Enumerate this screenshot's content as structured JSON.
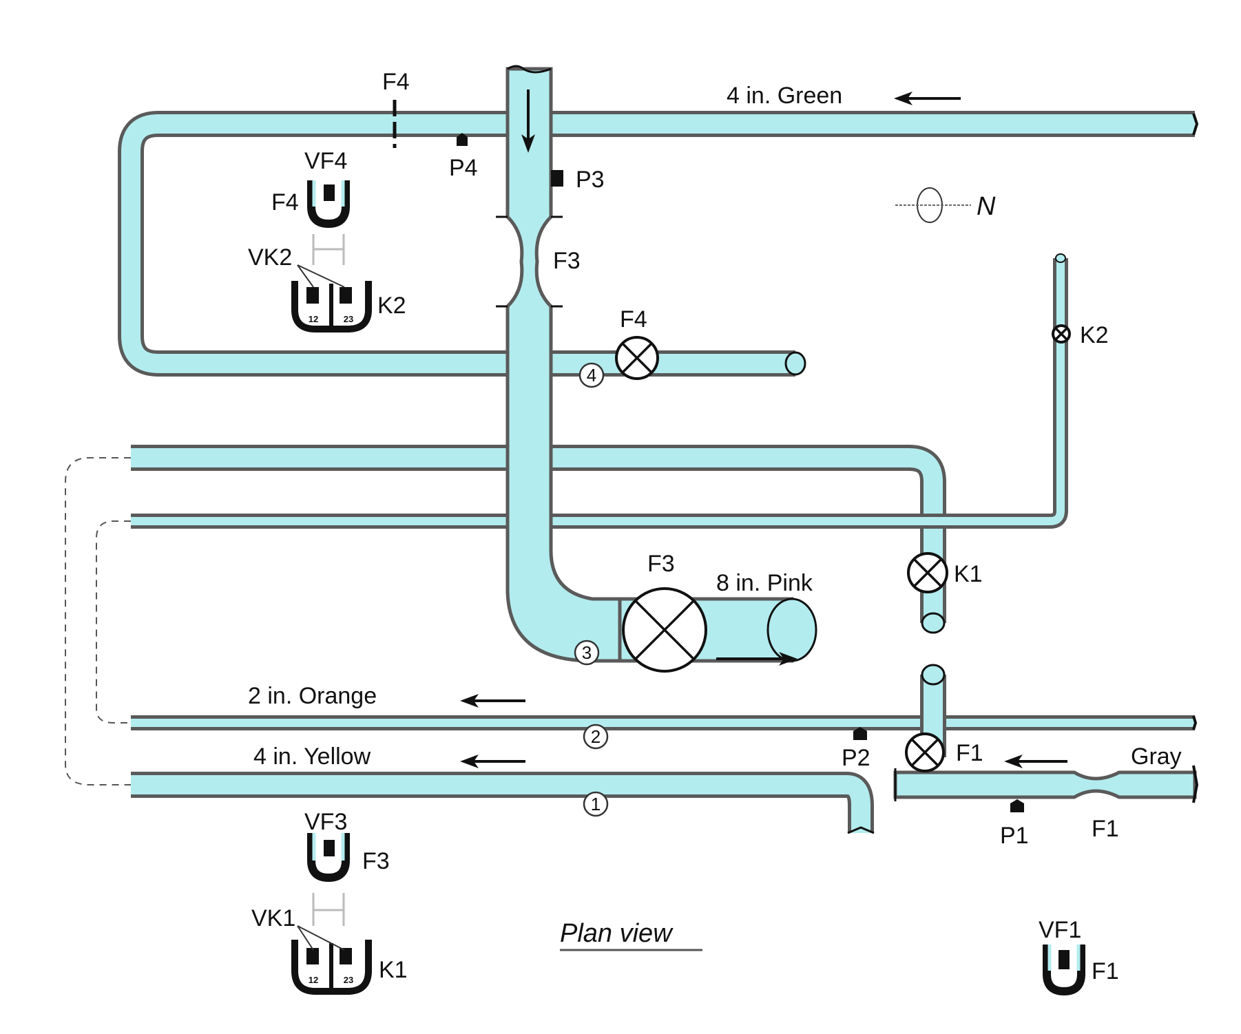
{
  "title": "Plan view",
  "pipes": {
    "green": {
      "label": "4 in. Green",
      "size_in": 4,
      "color_name": "Green",
      "flow": "west"
    },
    "pink": {
      "label": "8 in. Pink",
      "size_in": 8,
      "color_name": "Pink",
      "flow": "east"
    },
    "orange": {
      "label": "2 in. Orange",
      "size_in": 2,
      "color_name": "Orange",
      "flow": "west"
    },
    "yellow": {
      "label": "4 in. Yellow",
      "size_in": 4,
      "color_name": "Yellow",
      "flow": "west"
    },
    "gray": {
      "label": "Gray",
      "color_name": "Gray",
      "flow": "west"
    }
  },
  "labels": {
    "f4_orifice": "F4",
    "f4_valve": "F4",
    "f3_venturi": "F3",
    "f3_valve": "F3",
    "f1_valve": "F1",
    "f1_venturi": "F1",
    "k1_valve": "K1",
    "k2_valve": "K2",
    "p1": "P1",
    "p2": "P2",
    "p3": "P3",
    "p4": "P4",
    "north": "N"
  },
  "markers": [
    "1",
    "2",
    "3",
    "4"
  ],
  "manometers": {
    "vf4": {
      "label": "VF4",
      "side": "F4"
    },
    "vk2": {
      "label": "VK2",
      "side": "K2",
      "cells": [
        "12",
        "23"
      ]
    },
    "vf3": {
      "label": "VF3",
      "side": "F3"
    },
    "vk1": {
      "label": "VK1",
      "side": "K1",
      "cells": [
        "12",
        "23"
      ]
    },
    "vf1": {
      "label": "VF1",
      "side": "F1"
    }
  },
  "colors": {
    "pipe_fill": "#b3ecee",
    "pipe_outline": "#5a5a5a",
    "ink": "#111111"
  }
}
